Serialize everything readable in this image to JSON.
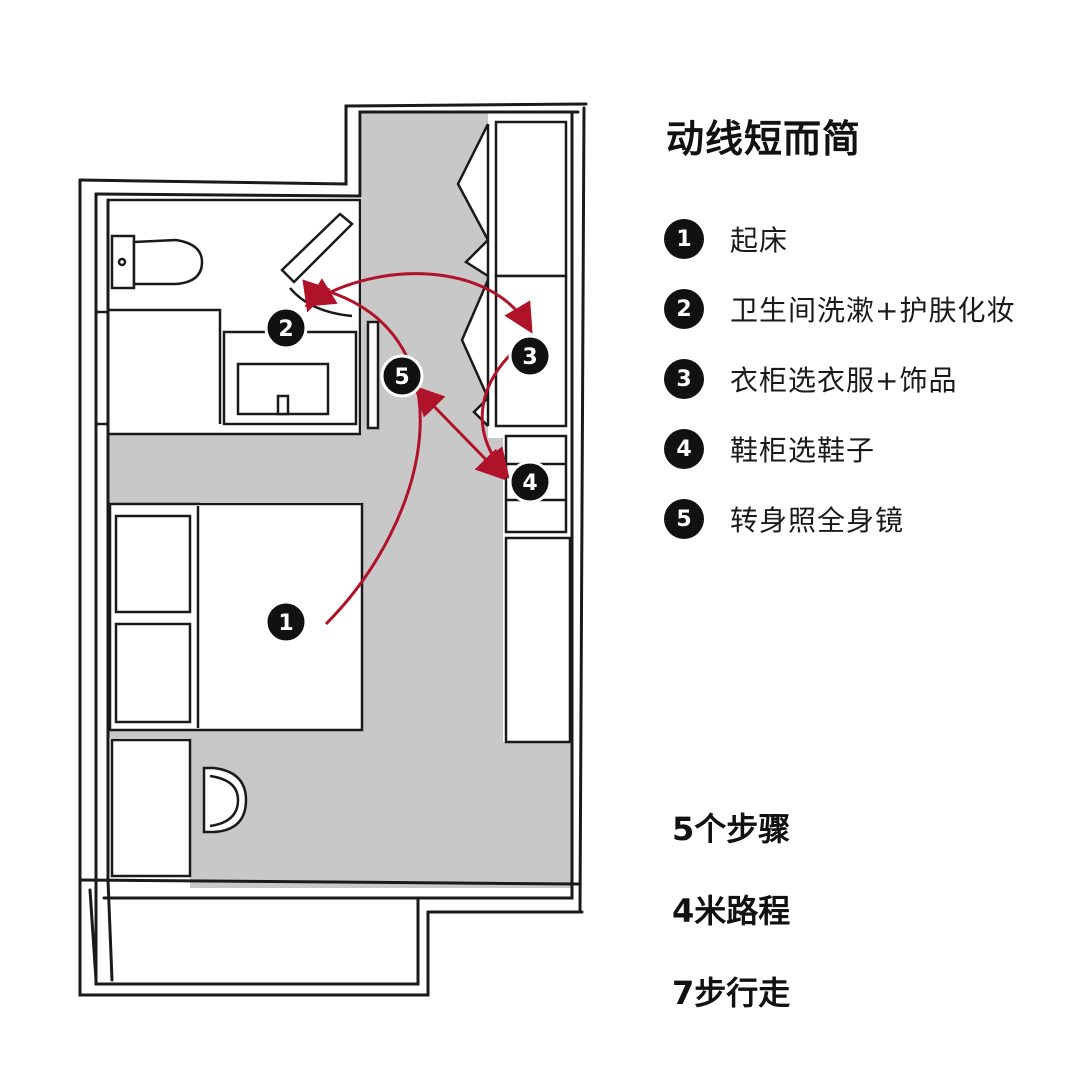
{
  "legend": {
    "title": "动线短而简",
    "items": [
      {
        "num": "1",
        "label": "起床"
      },
      {
        "num": "2",
        "label": "卫生间洗漱+护肤化妆"
      },
      {
        "num": "3",
        "label": "衣柜选衣服+饰品"
      },
      {
        "num": "4",
        "label": "鞋柜选鞋子"
      },
      {
        "num": "5",
        "label": "转身照全身镜"
      }
    ]
  },
  "stats": {
    "steps": "5个步骤",
    "distance": "4米路程",
    "walk": "7步行走"
  },
  "markers": [
    "1",
    "2",
    "3",
    "4",
    "5"
  ],
  "colors": {
    "path": "#b0122a",
    "floor": "#c8c8c8",
    "wall": "#1a1a1a",
    "badge": "#111111"
  }
}
